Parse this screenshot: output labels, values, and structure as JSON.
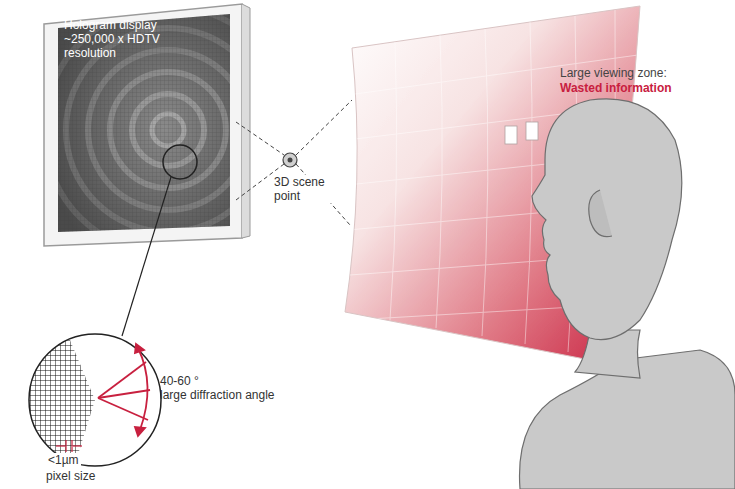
{
  "diagram": {
    "nodes": [
      {
        "text": [
          "Hologram display ~250,000 x HDTV resolution"
        ]
      }
    ],
    "labels": [
      "3D scene point",
      "Large viewing zone:",
      "Wasted information",
      "40-60 °",
      "large diffraction angle",
      "<1µm",
      "pixel size"
    ]
  }
}
